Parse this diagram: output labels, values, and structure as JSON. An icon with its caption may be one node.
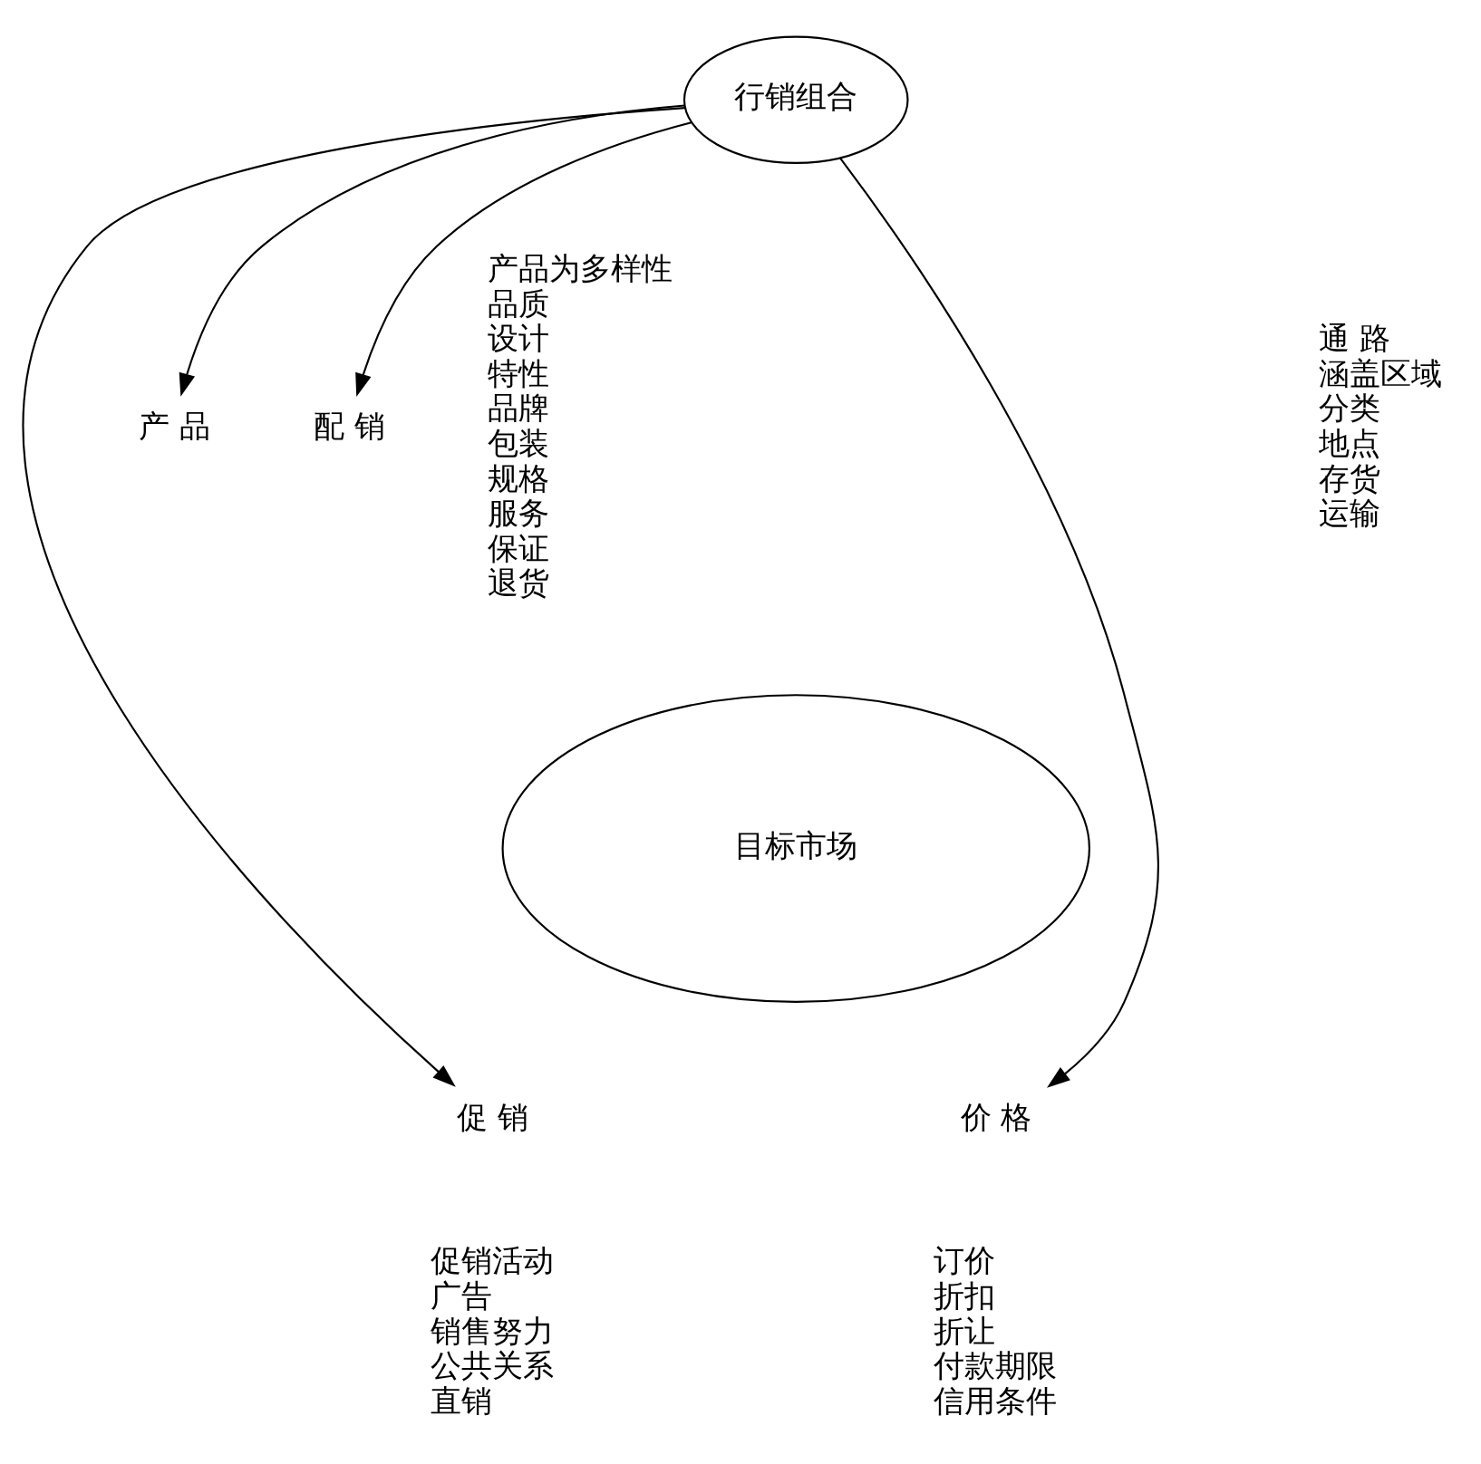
{
  "diagram": {
    "nodes": [
      {
        "text": [
          "行销组合"
        ]
      },
      {
        "text": [
          "目标市场"
        ]
      },
      {
        "text": [
          "产 品"
        ],
        "beside": [
          "产品为多样性",
          "品质",
          "设计",
          "特性",
          "品牌",
          "包装",
          "规格",
          "服务",
          "保证",
          "退货"
        ]
      },
      {
        "text": [
          "配 销"
        ],
        "beside": [
          "通 路",
          "涵盖区域",
          "分类",
          "地点",
          "存货",
          "运输"
        ]
      },
      {
        "text": [
          "价 格"
        ],
        "beside": [
          "订价",
          "折扣",
          "折让",
          "付款期限",
          "信用条件"
        ]
      },
      {
        "text": [
          "促 销"
        ],
        "beside": [
          "促销活动",
          "广告",
          "销售努力",
          "公共关系",
          "直销"
        ]
      }
    ],
    "edges": [
      {
        "from": 0,
        "to": 2,
        "arrow": "to"
      },
      {
        "from": 0,
        "to": 4,
        "arrow": "to"
      },
      {
        "from": 0,
        "to": 5,
        "arrow": "to"
      },
      {
        "from": 0,
        "to": 3,
        "arrow": "to"
      }
    ]
  }
}
